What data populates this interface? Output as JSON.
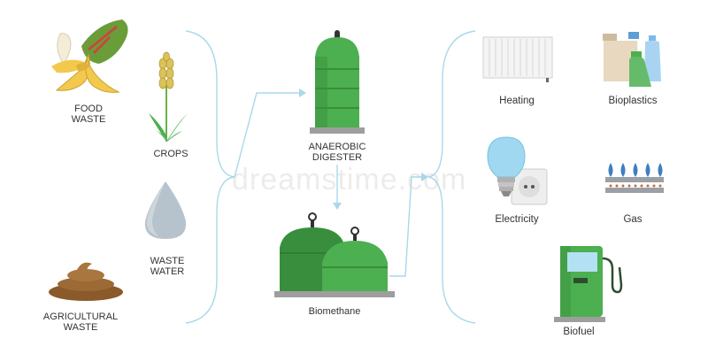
{
  "inputs": {
    "food_waste": "FOOD\nWASTE",
    "crops": "CROPS",
    "waste_water": "WASTE\nWATER",
    "agricultural_waste": "AGRICULTURAL\nWASTE"
  },
  "process": {
    "digester": "ANAEROBIC\nDIGESTER",
    "biomethane": "Biomethane"
  },
  "outputs": {
    "heating": "Heating",
    "bioplastics": "Bioplastics",
    "electricity": "Electricity",
    "gas": "Gas",
    "biofuel": "Biofuel"
  },
  "watermark": "dreamstime.com",
  "colors": {
    "green": "#4caf50",
    "green_dark": "#388e3c",
    "connector": "#a8d8ea",
    "label": "#333333"
  }
}
